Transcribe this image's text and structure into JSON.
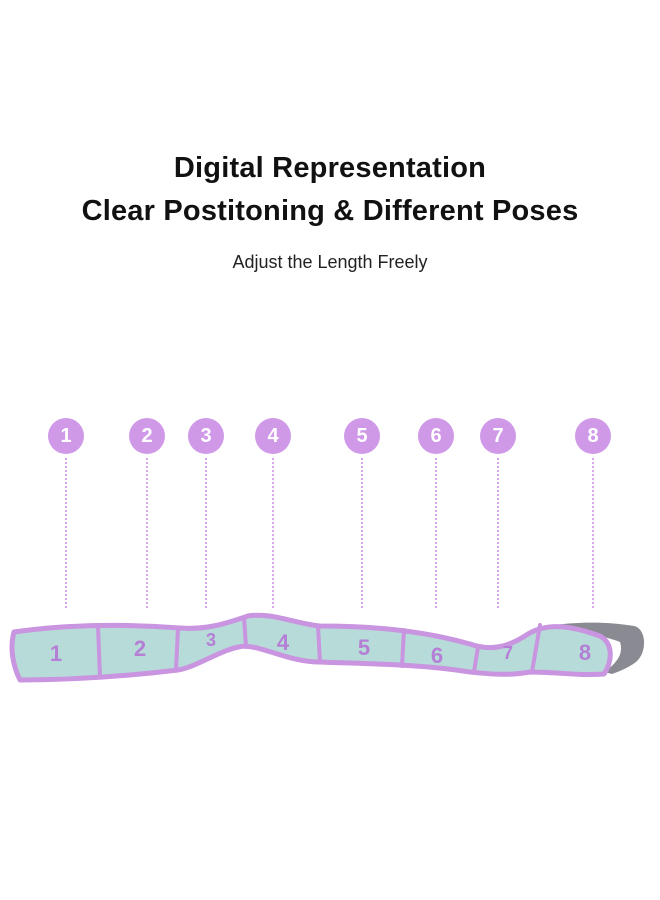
{
  "headline": {
    "line1": "Digital Representation",
    "line2": "Clear Postitoning & Different Poses"
  },
  "subtitle": "Adjust the Length Freely",
  "markers": [
    "1",
    "2",
    "3",
    "4",
    "5",
    "6",
    "7",
    "8"
  ],
  "strap_loop_numbers": [
    "1",
    "2",
    "3",
    "4",
    "5",
    "6",
    "7",
    "8"
  ],
  "colors": {
    "marker_fill": "#cf99e8",
    "marker_text": "#ffffff",
    "strap_body": "#b7dbd8",
    "strap_border": "#c994e0",
    "strap_numbers": "#b57fd6",
    "strap_end": "#8a8a93"
  }
}
